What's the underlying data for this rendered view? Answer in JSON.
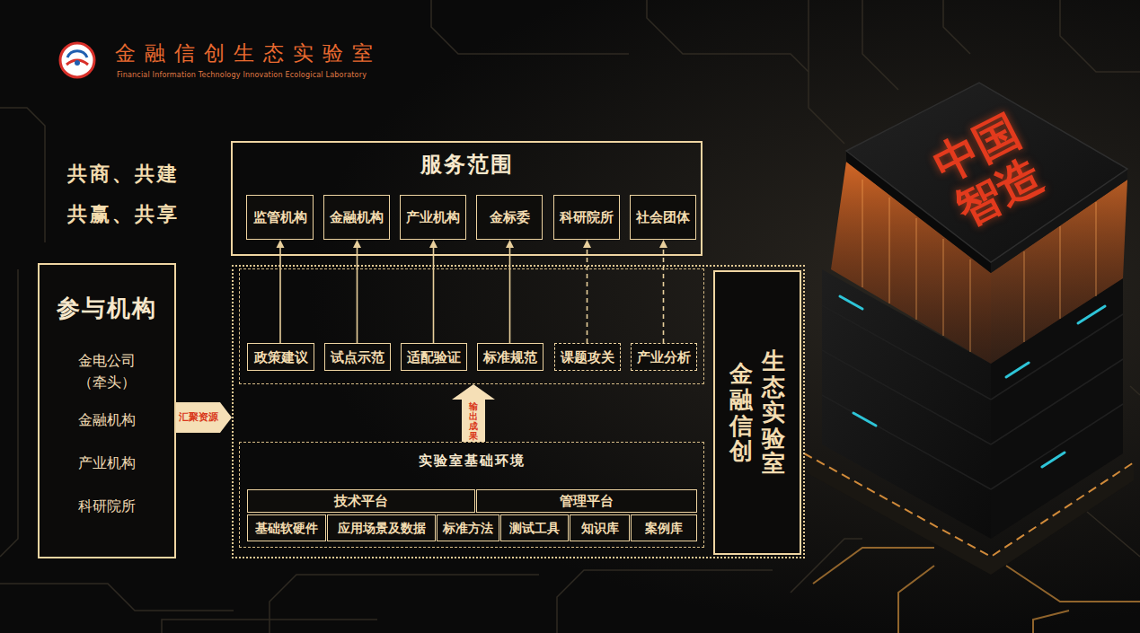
{
  "diagram": {
    "title": "金融信创生态实验室",
    "nodes": [
      {
        "text": [
          "服务范围"
        ]
      },
      {
        "text": [
          "监管机构"
        ],
        "in": 0
      },
      {
        "text": [
          "金融机构"
        ],
        "in": 0
      },
      {
        "text": [
          "产业机构"
        ],
        "in": 0
      },
      {
        "text": [
          "金标委"
        ],
        "in": 0
      },
      {
        "text": [
          "科研院所"
        ],
        "in": 0
      },
      {
        "text": [
          "社会团体"
        ],
        "in": 0
      },
      {
        "text": [
          "参与机构",
          "金电公司 （牵头）",
          "金融机构",
          "产业机构",
          "科研院所"
        ]
      },
      {
        "text": [
          "金融信创",
          "生态实验室"
        ]
      },
      {
        "text": [],
        "in": 8
      },
      {
        "text": [
          "政策建议"
        ],
        "in": 9
      },
      {
        "text": [
          "试点示范"
        ],
        "in": 9
      },
      {
        "text": [
          "适配验证"
        ],
        "in": 9
      },
      {
        "text": [
          "标准规范"
        ],
        "in": 9
      },
      {
        "text": [
          "课题攻关"
        ],
        "in": 9
      },
      {
        "text": [
          "产业分析"
        ],
        "in": 9
      },
      {
        "text": [
          "实验室基础环境"
        ],
        "in": 8
      },
      {
        "text": [
          "技术平台"
        ],
        "in": 16
      },
      {
        "text": [
          "管理平台"
        ],
        "in": 16
      },
      {
        "text": [
          "基础软硬件"
        ],
        "in": 16
      },
      {
        "text": [
          "应用场景及数据"
        ],
        "in": 16
      },
      {
        "text": [
          "标准方法"
        ],
        "in": 16
      },
      {
        "text": [
          "测试工具"
        ],
        "in": 16
      },
      {
        "text": [
          "知识库"
        ],
        "in": 16
      },
      {
        "text": [
          "案例库"
        ],
        "in": 16
      }
    ],
    "edges": [
      {
        "from": 10,
        "to": 1,
        "arrow": "to"
      },
      {
        "from": 11,
        "to": 2,
        "arrow": "to"
      },
      {
        "from": 12,
        "to": 3,
        "arrow": "to"
      },
      {
        "from": 13,
        "to": 4,
        "arrow": "to"
      },
      {
        "from": 14,
        "to": 5,
        "arrow": "to"
      },
      {
        "from": 15,
        "to": 6,
        "arrow": "to"
      },
      {
        "from": 16,
        "to": 9,
        "arrow": "to",
        "label": "输出成果"
      },
      {
        "from": 7,
        "to": 8,
        "arrow": "to",
        "label": "汇聚资源"
      }
    ],
    "labels": [
      "Financial Information Technology Innovation Ecological Laboratory",
      "共商、共建",
      "共赢、共享",
      "中国智造"
    ]
  }
}
